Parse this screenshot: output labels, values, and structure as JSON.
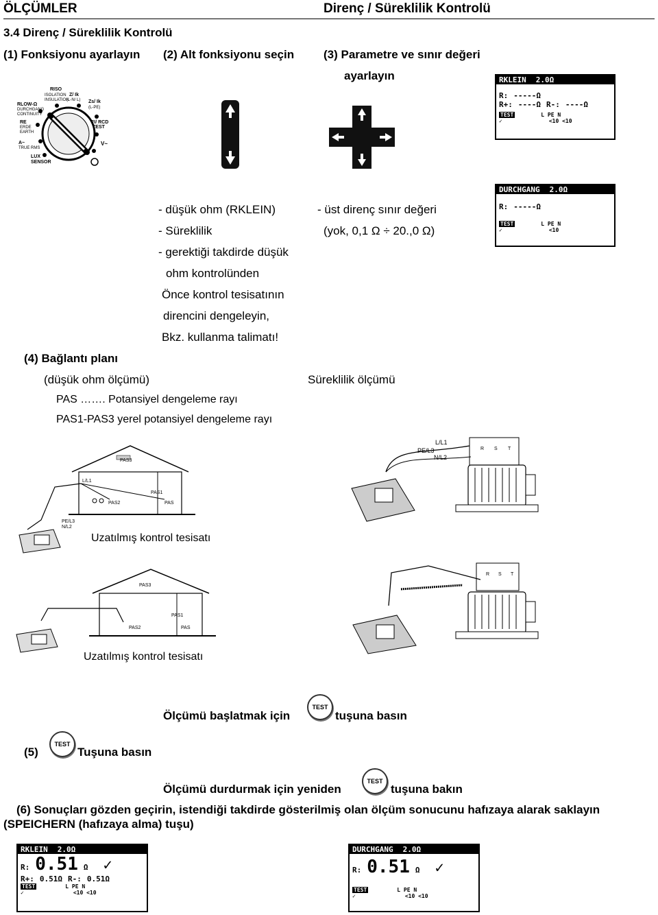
{
  "header": {
    "left": "ÖLÇÜMLER",
    "right": "Direnç / Süreklilik Kontrolü"
  },
  "section_title": "3.4 Direnç / Süreklilik Kontrolü",
  "steps": {
    "s1": "(1) Fonksiyonu ayarlayın",
    "s2": "(2) Alt fonksiyonu seçin",
    "s3a": "(3) Parametre ve sınır değeri",
    "s3b": "ayarlayın"
  },
  "dial": {
    "labels": [
      "RISO",
      "ISOLATION",
      "INSULATION",
      "Z/ Ik",
      "(L-N/ L)",
      "Zs/ Ik",
      "(L-PE)",
      "RLOW-Ω",
      "DURCHGANG",
      "CONTINUITY",
      "RE",
      "ERDE",
      "EARTH",
      "FI/ RCD",
      "TEST",
      "V~",
      "A~",
      "TRUE RMS",
      "LUX",
      "SENSOR"
    ]
  },
  "subfunction_list": [
    "- düşük ohm (RKLEIN)",
    "- Süreklilik",
    "- gerektiği takdirde düşük",
    "ohm kontrolünden",
    "Önce kontrol tesisatının",
    "direncini dengeleyin,",
    "Bkz. kullanma talimatı!"
  ],
  "param": {
    "line1": "- üst direnç sınır değeri",
    "line2": "(yok, 0,1 Ω  ÷ 20.,0 Ω)"
  },
  "connection": {
    "title": "(4) Bağlantı planı",
    "low_ohm": "(düşük ohm ölçümü)",
    "continuity": "Süreklilik ölçümü",
    "pas": "PAS ……. Potansiyel dengeleme rayı",
    "pas13": "PAS1-PAS3 yerel potansiyel dengeleme rayı",
    "ext1": "Uzatılmış kontrol tesisatı",
    "ext2": "Uzatılmış kontrol tesisatı",
    "wire_labels": [
      "L/L1",
      "PE/L3",
      "N/L2",
      "PE/L3",
      "N/L2",
      "L/L1"
    ],
    "pas_labels": [
      "PAS3",
      "PAS1",
      "PAS2",
      "PAS",
      "PAS3",
      "PAS1",
      "PAS2",
      "PAS"
    ],
    "terminal_labels": [
      "R",
      "S",
      "T",
      "R",
      "S",
      "T"
    ]
  },
  "step5": {
    "label": "(5)",
    "press": "Tuşuna basın",
    "start_pre": "Ölçümü başlatmak için",
    "start_post": "tuşuna basın",
    "stop_pre": "Ölçümü durdurmak için yeniden",
    "stop_post": "tuşuna bakın",
    "key": "TEST"
  },
  "step6": {
    "line1": "(6) Sonuçları gözden geçirin, istendiği takdirde gösterilmiş olan ölçüm sonucunu hafızaya alarak saklayın",
    "line2": "(SPEICHERN (hafızaya alma) tuşu)"
  },
  "lcd": {
    "rklein_title": "RKLEIN",
    "limit": "2.0Ω",
    "durch_title": "DURCHGANG",
    "r_label": "R:",
    "r_dash": "-----Ω",
    "rplus": "R+:",
    "rplus_dash": "----Ω",
    "rminus": "R-:",
    "rminus_dash": "----Ω",
    "test": "TEST",
    "check": "✓",
    "terminals": "L  PE  N",
    "term_vals": "<10 <10",
    "term_val2": "<10",
    "result": "0.51",
    "ohm": "Ω",
    "rplus_val": "0.51Ω",
    "rminus_val": "0.51Ω"
  }
}
